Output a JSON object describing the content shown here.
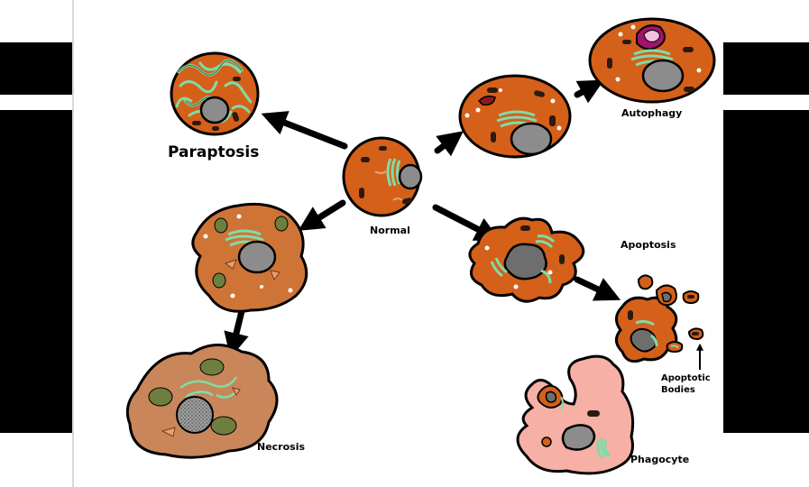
{
  "labels": {
    "paraptosis": "Paraptosis",
    "normal": "Normal",
    "autophagy": "Autophagy",
    "apoptosis": "Apoptosis",
    "apoptotic_bodies_line1": "Apoptotic",
    "apoptotic_bodies_line2": "Bodies",
    "necrosis": "Necrosis",
    "phagocyte": "Phagocyte"
  },
  "colors": {
    "cytoplasm": "#d4601a",
    "cytoplasm_necrotic": "#c8865a",
    "cytoplasm_swollen": "#cf7437",
    "nucleus": "#8c8c8c",
    "er": "#7fdca8",
    "mitochondria": "#2a1a10",
    "vacuole": "#ffffff",
    "phagocyte": "#f6b0a6",
    "autophagosome": "#a0156c",
    "necrotic_spots": "#6d7e3e"
  }
}
